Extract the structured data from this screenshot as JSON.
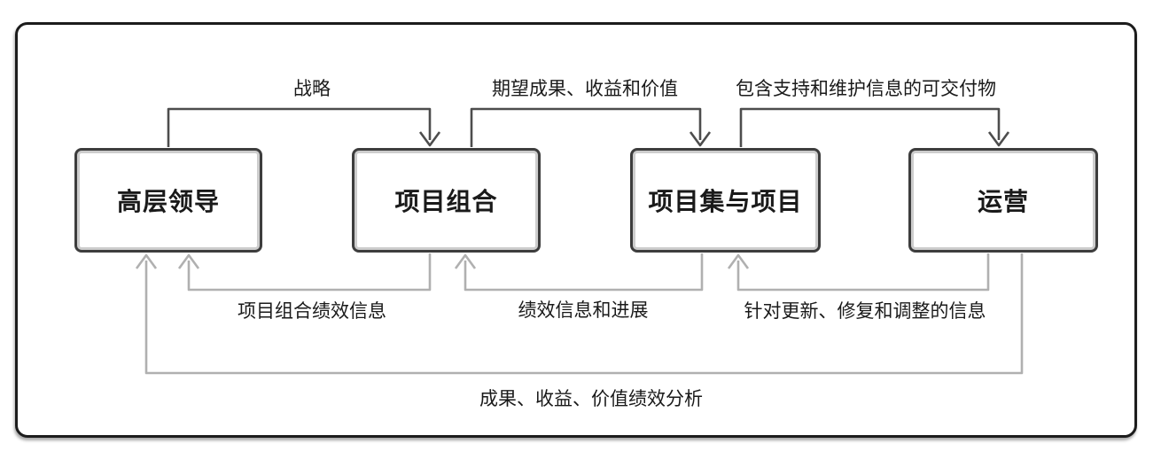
{
  "diagram": {
    "title_hint": "组织级信息流示意图",
    "boxes": [
      {
        "id": "senior-leadership",
        "label": "高层领导"
      },
      {
        "id": "portfolio",
        "label": "项目组合"
      },
      {
        "id": "programs-projects",
        "label": "项目集与项目"
      },
      {
        "id": "operations",
        "label": "运营"
      }
    ],
    "forward_flows": [
      {
        "from": "senior-leadership",
        "to": "portfolio",
        "label": "战略"
      },
      {
        "from": "portfolio",
        "to": "programs-projects",
        "label": "期望成果、收益和价值"
      },
      {
        "from": "programs-projects",
        "to": "operations",
        "label": "包含支持和维护信息的可交付物"
      }
    ],
    "feedback_flows": [
      {
        "from": "portfolio",
        "to": "senior-leadership",
        "label": "项目组合绩效信息"
      },
      {
        "from": "programs-projects",
        "to": "portfolio",
        "label": "绩效信息和进展"
      },
      {
        "from": "operations",
        "to": "programs-projects",
        "label": "针对更新、修复和调整的信息"
      },
      {
        "from": "operations",
        "to": "senior-leadership",
        "label": "成果、收益、价值绩效分析"
      }
    ],
    "colors": {
      "forward_line": "#4d4d4d",
      "feedback_line": "#b0b0b0",
      "box_border": "#3d3d3d",
      "frame_border": "#1c1c1c",
      "text": "#1a1a1a",
      "background": "#ffffff"
    }
  }
}
